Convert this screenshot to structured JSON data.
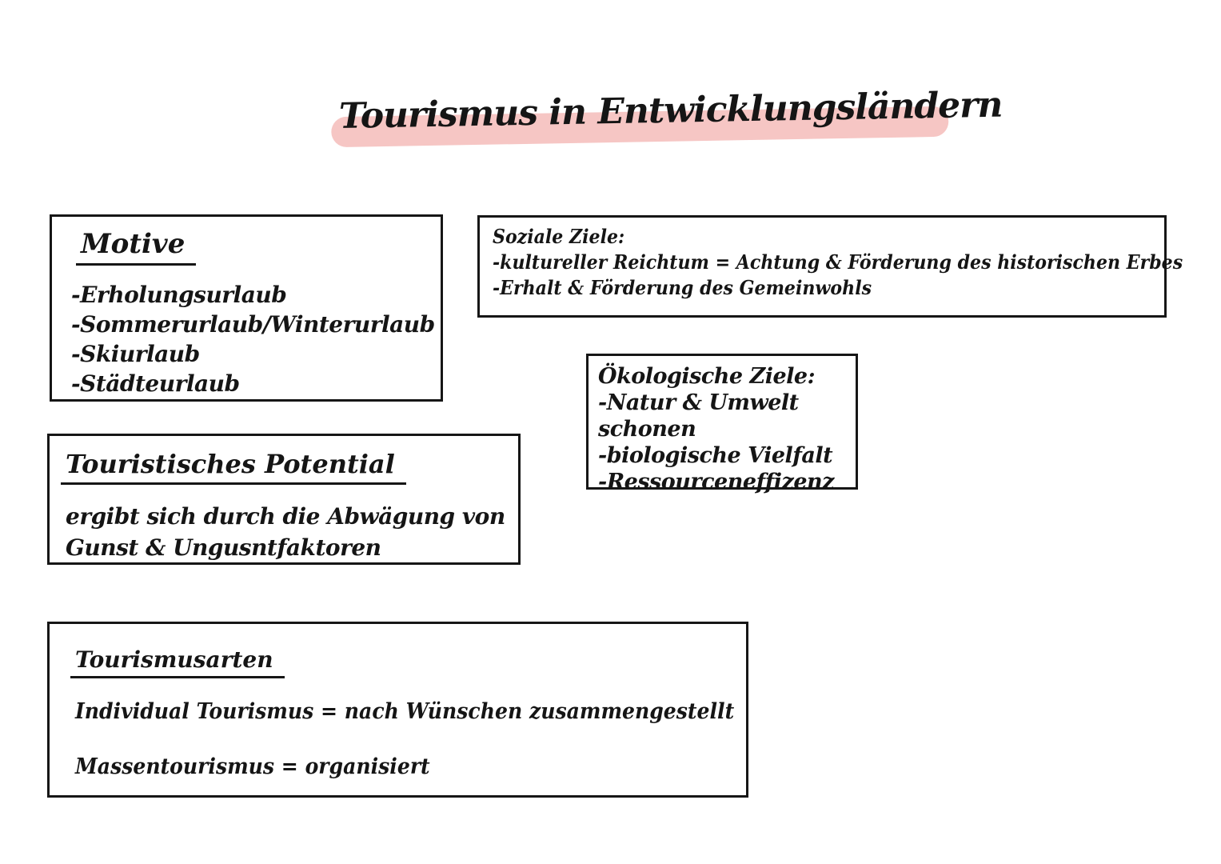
{
  "page": {
    "title": "Tourismus in Entwicklungsländern",
    "colors": {
      "highlight": "#f6c6c4",
      "ink": "#151515",
      "box_border": "#161616",
      "background": "#ffffff"
    }
  },
  "boxes": {
    "motive": {
      "heading": "Motive",
      "items": [
        "-Erholungsurlaub",
        "-Sommerurlaub/Winterurlaub",
        "-Skiurlaub",
        "-Städteurlaub"
      ]
    },
    "soziale": {
      "heading": "Soziale Ziele:",
      "items": [
        "-kultureller Reichtum = Achtung & Förderung des historischen Erbes",
        "-Erhalt & Förderung des Gemeinwohls"
      ]
    },
    "oekologische": {
      "heading": "Ökologische Ziele:",
      "items": [
        "-Natur & Umwelt schonen",
        "-biologische Vielfalt",
        "-Ressourceneffizenz"
      ]
    },
    "potential": {
      "heading": "Touristisches Potential",
      "body_line1": "ergibt sich durch die Abwägung von",
      "body_line2": "Gunst & Ungusntfaktoren"
    },
    "tourismusarten": {
      "heading": "Tourismusarten",
      "line1": "Individual Tourismus = nach Wünschen zusammengestellt",
      "line2": "Massentourismus = organisiert"
    }
  }
}
